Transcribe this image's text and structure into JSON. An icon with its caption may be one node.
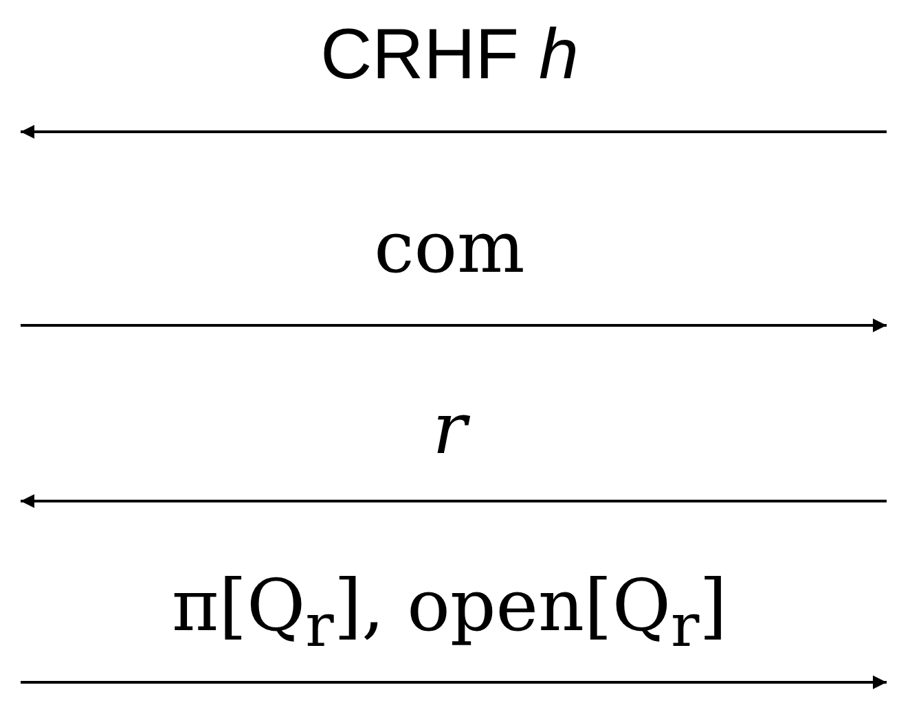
{
  "diagram": {
    "labels": [
      "CRHF *h*",
      "com",
      "r",
      "π[Q$_{r}$], open[Q$_{r}$]"
    ]
  }
}
